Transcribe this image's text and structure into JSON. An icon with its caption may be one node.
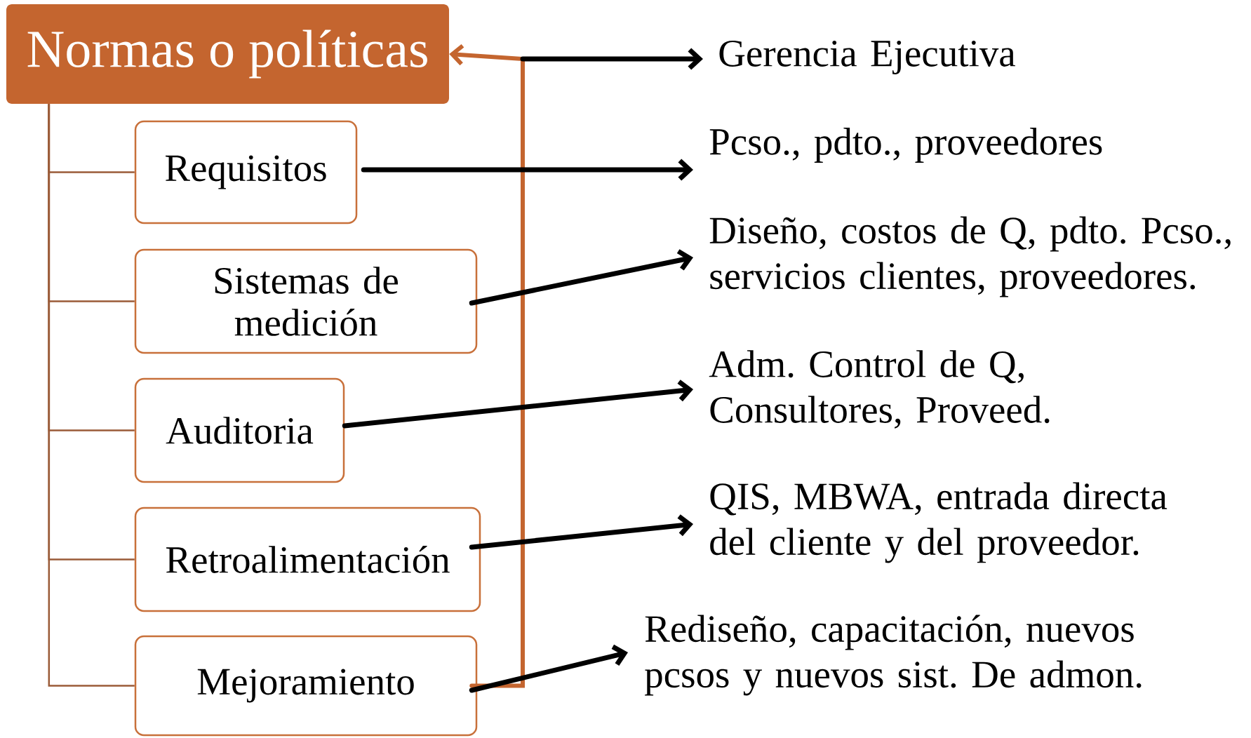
{
  "diagram": {
    "nodes": [
      {
        "text": [
          "Normas o políticas"
        ]
      },
      {
        "text": [
          "Requisitos"
        ]
      },
      {
        "text": [
          "Sistemas de medición"
        ]
      },
      {
        "text": [
          "Auditoria"
        ]
      },
      {
        "text": [
          "Retroalimentación"
        ]
      },
      {
        "text": [
          "Mejoramiento"
        ]
      },
      {
        "text": [
          "Gerencia Ejecutiva"
        ]
      },
      {
        "text": [
          "Pcso., pdto., proveedores"
        ]
      },
      {
        "text": [
          "Diseño, costos de Q, pdto. Pcso., servicios clientes, proveedores."
        ]
      },
      {
        "text": [
          "Adm. Control de Q, Consultores, Proveed."
        ]
      },
      {
        "text": [
          "QIS, MBWA, entrada directa del cliente y del proveedor."
        ]
      },
      {
        "text": [
          "Rediseño, capacitación, nuevos pcsos y nuevos sist. De admon."
        ]
      }
    ],
    "edges": [
      {
        "from": 0,
        "to": 1,
        "arrow": "none",
        "color": "#9a5b38"
      },
      {
        "from": 0,
        "to": 2,
        "arrow": "none",
        "color": "#9a5b38"
      },
      {
        "from": 0,
        "to": 3,
        "arrow": "none",
        "color": "#9a5b38"
      },
      {
        "from": 0,
        "to": 4,
        "arrow": "none",
        "color": "#9a5b38"
      },
      {
        "from": 0,
        "to": 5,
        "arrow": "none",
        "color": "#9a5b38"
      },
      {
        "from": 5,
        "to": 0,
        "arrow": "to",
        "color": "#c4652f"
      },
      {
        "from": null,
        "to": 6,
        "arrow": "to"
      },
      {
        "from": 1,
        "to": 7,
        "arrow": "to"
      },
      {
        "from": 2,
        "to": 8,
        "arrow": "to"
      },
      {
        "from": 3,
        "to": 9,
        "arrow": "to"
      },
      {
        "from": 4,
        "to": 10,
        "arrow": "to"
      },
      {
        "from": 5,
        "to": 11,
        "arrow": "to"
      }
    ]
  }
}
